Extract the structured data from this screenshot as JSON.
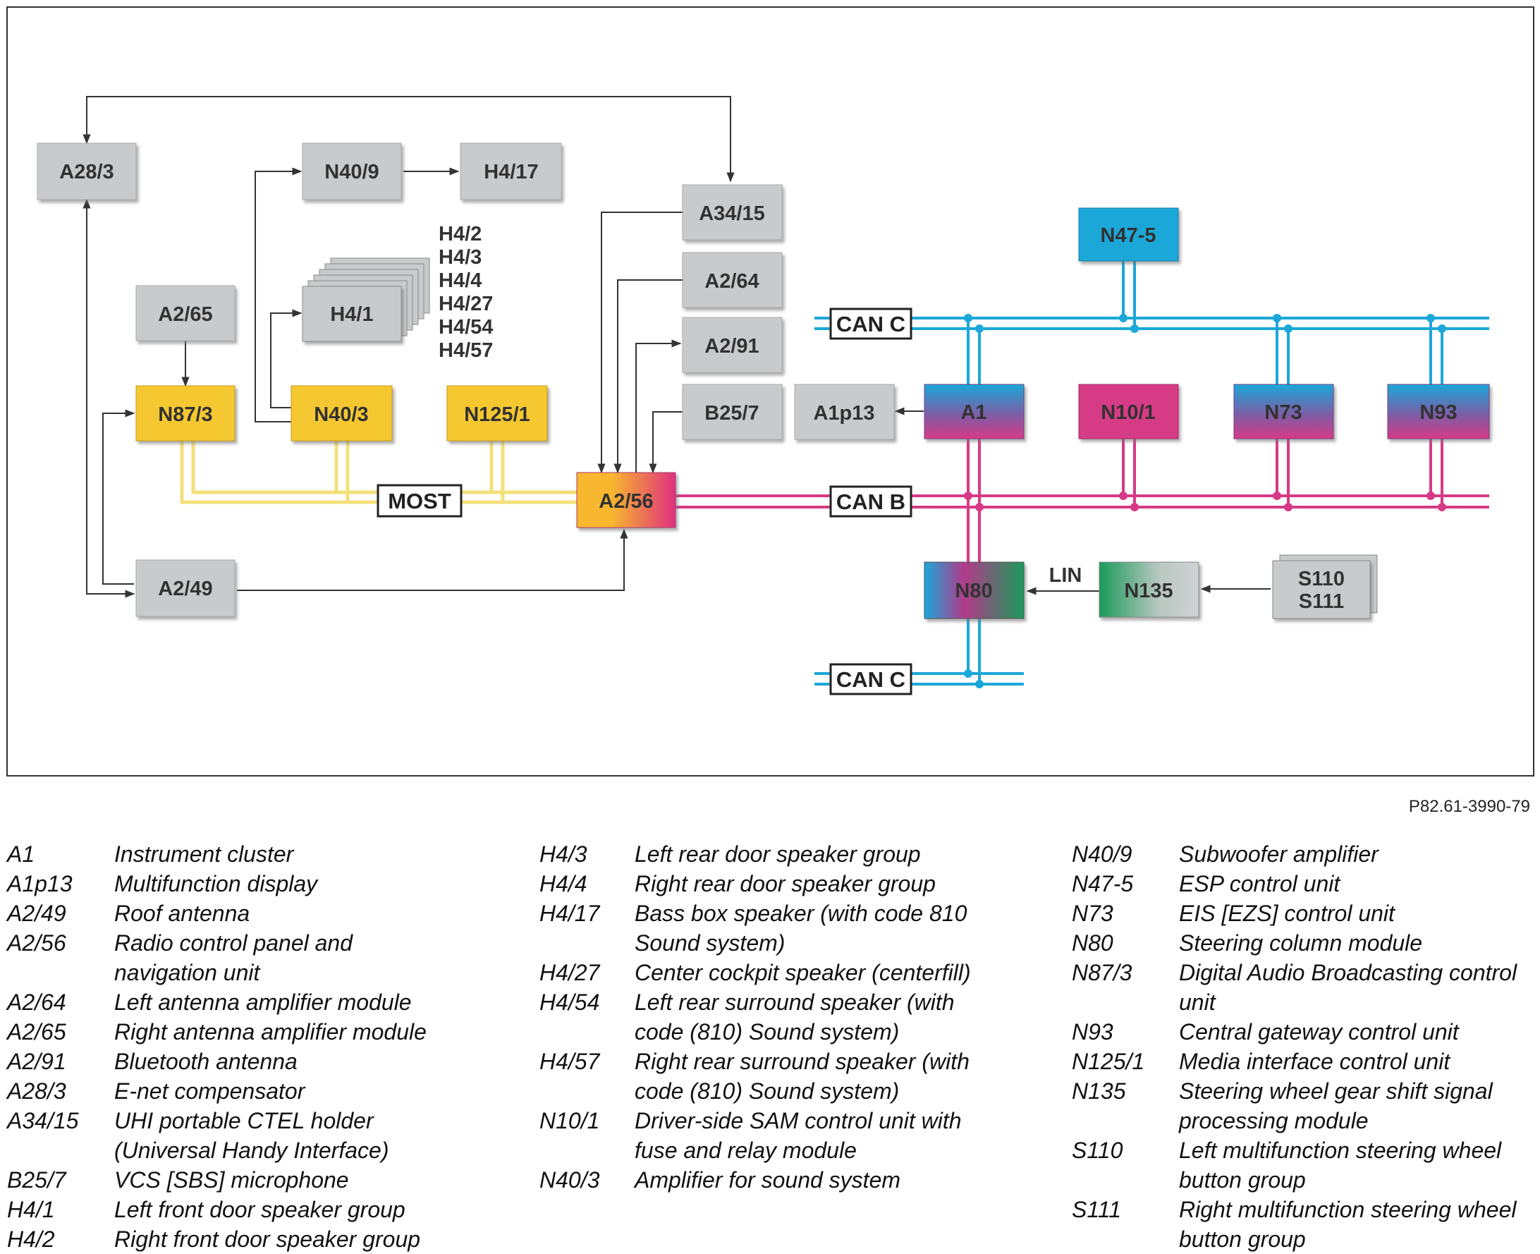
{
  "diagram": {
    "colors": {
      "gray_box": "#c9cacb",
      "yellow_box": "#f5c832",
      "can_c": "#1ba7d9",
      "can_b": "#d63a86",
      "most": "#f2e07a",
      "green": "#1b9a5a"
    },
    "boxes": {
      "a28_3": "A28/3",
      "n40_9": "N40/9",
      "h4_17": "H4/17",
      "a34_15": "A34/15",
      "a2_64": "A2/64",
      "a2_91": "A2/91",
      "a2_65": "A2/65",
      "h4_1": "H4/1",
      "n87_3": "N87/3",
      "n40_3": "N40/3",
      "n125_1": "N125/1",
      "b25_7": "B25/7",
      "a1p13": "A1p13",
      "a1": "A1",
      "n10_1": "N10/1",
      "n73": "N73",
      "n93": "N93",
      "n47_5": "N47-5",
      "a2_56": "A2/56",
      "a2_49": "A2/49",
      "n80": "N80",
      "n135": "N135",
      "s110": "S110",
      "s111": "S111"
    },
    "speaker_stack": [
      "H4/2",
      "H4/3",
      "H4/4",
      "H4/27",
      "H4/54",
      "H4/57"
    ],
    "buses": {
      "can_c_top": "CAN C",
      "can_b": "CAN B",
      "can_c_bottom": "CAN C",
      "most": "MOST",
      "lin": "LIN"
    }
  },
  "figure_ref": "P82.61-3990-79",
  "legend": {
    "col1": [
      {
        "code": "A1",
        "desc": "Instrument cluster"
      },
      {
        "code": "A1p13",
        "desc": "Multifunction display"
      },
      {
        "code": "A2/49",
        "desc": "Roof antenna"
      },
      {
        "code": "A2/56",
        "desc": "Radio control panel and navigation unit"
      },
      {
        "code": "A2/64",
        "desc": "Left antenna amplifier module"
      },
      {
        "code": "A2/65",
        "desc": "Right antenna amplifier module"
      },
      {
        "code": "A2/91",
        "desc": "Bluetooth antenna"
      },
      {
        "code": "A28/3",
        "desc": "E-net compensator"
      },
      {
        "code": "A34/15",
        "desc": "UHI portable CTEL holder (Universal Handy Interface)"
      },
      {
        "code": "B25/7",
        "desc": "VCS [SBS] microphone"
      },
      {
        "code": "H4/1",
        "desc": "Left front door speaker group"
      },
      {
        "code": "H4/2",
        "desc": "Right front door speaker group"
      }
    ],
    "col2": [
      {
        "code": "H4/3",
        "desc": "Left rear door speaker group"
      },
      {
        "code": "H4/4",
        "desc": "Right rear door speaker group"
      },
      {
        "code": "H4/17",
        "desc": "Bass box speaker (with code 810 Sound system)"
      },
      {
        "code": "H4/27",
        "desc": "Center cockpit speaker (centerfill)"
      },
      {
        "code": "H4/54",
        "desc": "Left rear surround speaker (with code (810) Sound system)"
      },
      {
        "code": "H4/57",
        "desc": "Right rear surround speaker (with code (810) Sound system)"
      },
      {
        "code": "N10/1",
        "desc": "Driver-side SAM control unit with fuse and relay module"
      },
      {
        "code": "N40/3",
        "desc": "Amplifier for sound system"
      }
    ],
    "col3": [
      {
        "code": "N40/9",
        "desc": "Subwoofer amplifier"
      },
      {
        "code": "N47-5",
        "desc": "ESP control unit"
      },
      {
        "code": "N73",
        "desc": "EIS [EZS] control unit"
      },
      {
        "code": "N80",
        "desc": "Steering column module"
      },
      {
        "code": "N87/3",
        "desc": "Digital Audio Broadcasting control unit"
      },
      {
        "code": "N93",
        "desc": "Central gateway control unit"
      },
      {
        "code": "N125/1",
        "desc": "Media interface control unit"
      },
      {
        "code": "N135",
        "desc": "Steering wheel gear shift signal processing module"
      },
      {
        "code": "S110",
        "desc": "Left multifunction steering wheel button group"
      },
      {
        "code": "S111",
        "desc": "Right multifunction steering wheel button group"
      }
    ]
  }
}
